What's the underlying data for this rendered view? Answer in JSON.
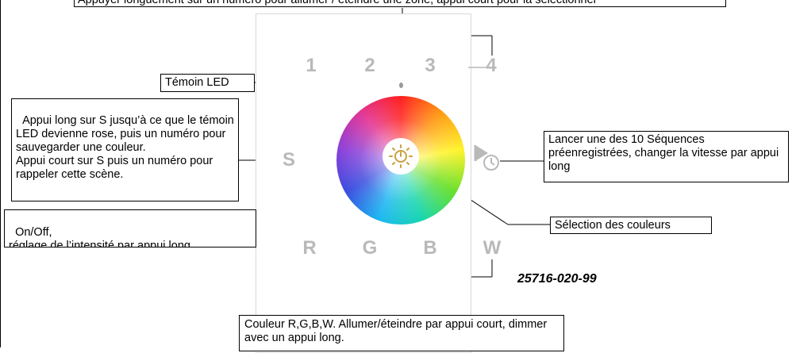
{
  "labels": {
    "top_instruction": "Appuyer longuement sur un numéro pour allumer / éteindre une zone, appui court pour la sélectionner",
    "temoin_led": "Témoin LED",
    "s_instructions": "Appui long sur S jusqu’à ce que le témoin LED devienne rose, puis un numéro pour sauvegarder une couleur.\nAppui court sur S puis un numéro pour rappeler cette scène.",
    "on_off": "On/Off,\nréglage de l’intensité par appui long",
    "sequences": "Lancer une des 10 Séquences préenregistrées, changer la vitesse par appui long",
    "color_select": "Sélection des couleurs",
    "rgbw": "Couleur R,G,B,W. Allumer/éteindre par appui court, dimmer avec un appui long.",
    "product_code": "25716-020-99"
  },
  "panel": {
    "zone_keys": [
      "1",
      "2",
      "3",
      "4"
    ],
    "scene_key": "S",
    "color_keys": [
      "R",
      "G",
      "B",
      "W"
    ]
  },
  "colors": {
    "key_gray": "#b9b9b9",
    "line": "#000000",
    "border": "#d8d8d8"
  }
}
